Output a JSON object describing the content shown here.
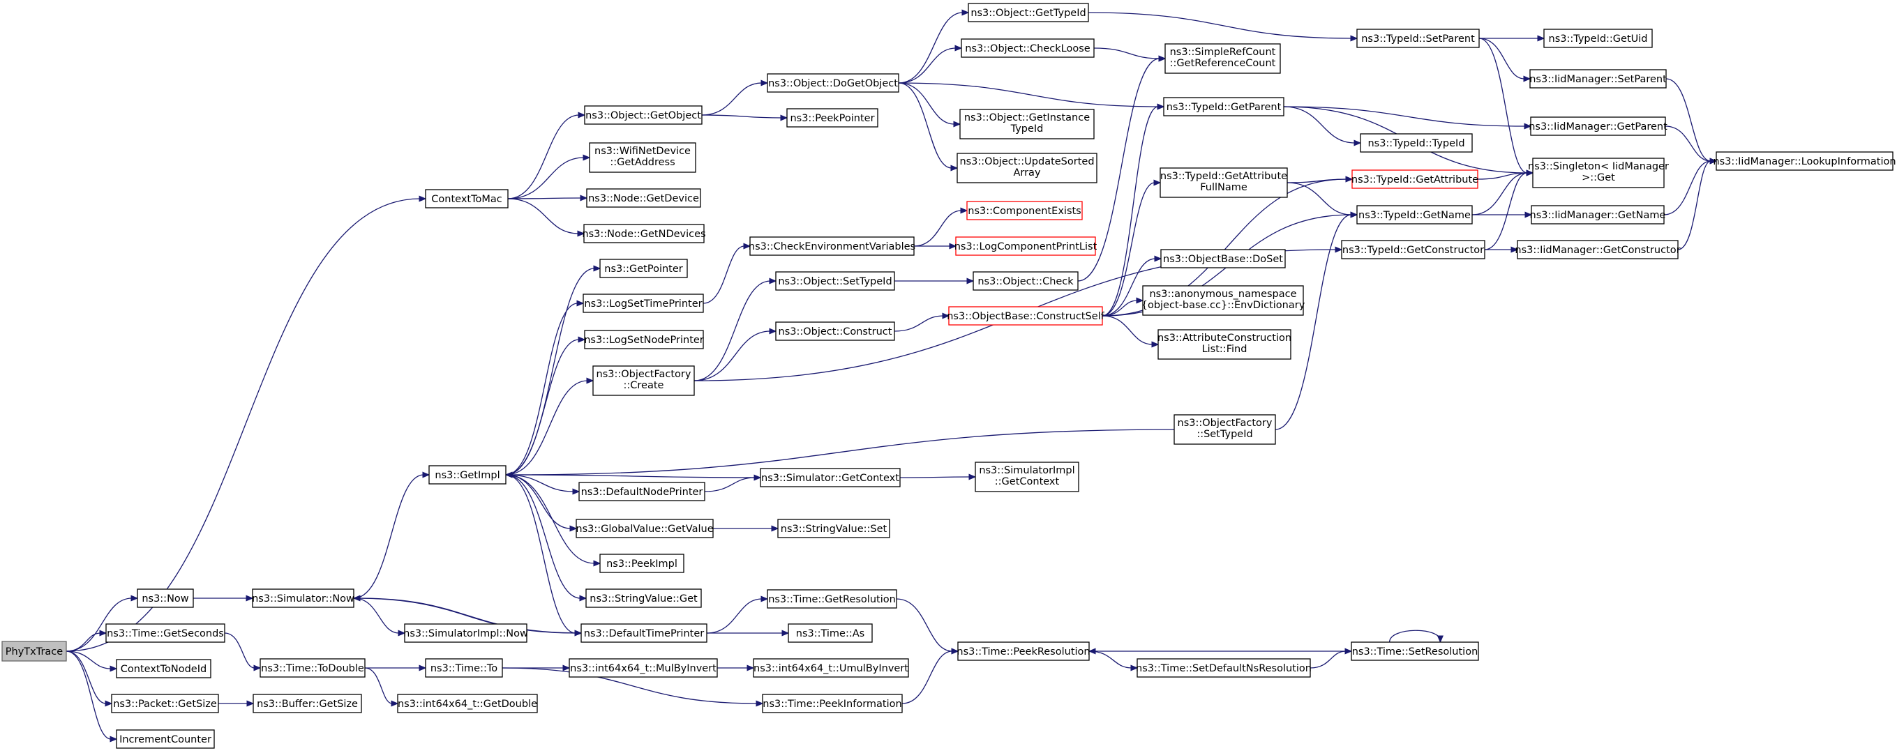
{
  "nodes": [
    {
      "id": "phytxtrace",
      "label": [
        "PhyTxTrace"
      ],
      "root": true
    },
    {
      "id": "contexttomac",
      "label": [
        "ContextToMac"
      ]
    },
    {
      "id": "now",
      "label": [
        "ns3::Now"
      ]
    },
    {
      "id": "gettimeseconds",
      "label": [
        "ns3::Time::GetSeconds"
      ]
    },
    {
      "id": "contexttonodeid",
      "label": [
        "ContextToNodeId"
      ]
    },
    {
      "id": "packetgetsize",
      "label": [
        "ns3::Packet::GetSize"
      ]
    },
    {
      "id": "incrementcounter",
      "label": [
        "IncrementCounter"
      ]
    },
    {
      "id": "objectgetobject",
      "label": [
        "ns3::Object::GetObject"
      ]
    },
    {
      "id": "wifinetdevicegetaddress",
      "label": [
        "ns3::WifiNetDevice",
        "::GetAddress"
      ]
    },
    {
      "id": "nodegetdevice",
      "label": [
        "ns3::Node::GetDevice"
      ]
    },
    {
      "id": "nodegetndevices",
      "label": [
        "ns3::Node::GetNDevices"
      ]
    },
    {
      "id": "objectdogetobject",
      "label": [
        "ns3::Object::DoGetObject"
      ]
    },
    {
      "id": "peekpointer",
      "label": [
        "ns3::PeekPointer"
      ]
    },
    {
      "id": "objectgettypeid",
      "label": [
        "ns3::Object::GetTypeId"
      ]
    },
    {
      "id": "objectcheckloose",
      "label": [
        "ns3::Object::CheckLoose"
      ]
    },
    {
      "id": "objectgetinstancetypeid",
      "label": [
        "ns3::Object::GetInstance",
        "TypeId"
      ]
    },
    {
      "id": "objectupdatesortedarray",
      "label": [
        "ns3::Object::UpdateSorted",
        "Array"
      ]
    },
    {
      "id": "typeidsetparent",
      "label": [
        "ns3::TypeId::SetParent"
      ]
    },
    {
      "id": "typeidgetuid",
      "label": [
        "ns3::TypeId::GetUid"
      ]
    },
    {
      "id": "iidmanagersetparent",
      "label": [
        "ns3::IidManager::SetParent"
      ]
    },
    {
      "id": "simplerefcount",
      "label": [
        "ns3::SimpleRefCount",
        "::GetReferenceCount"
      ]
    },
    {
      "id": "typeidgetparent",
      "label": [
        "ns3::TypeId::GetParent"
      ]
    },
    {
      "id": "iidmanagergetparent",
      "label": [
        "ns3::IidManager::GetParent"
      ]
    },
    {
      "id": "typeidtypeid",
      "label": [
        "ns3::TypeId::TypeId"
      ]
    },
    {
      "id": "singletonget",
      "label": [
        "ns3::Singleton< IidManager",
        " >::Get"
      ]
    },
    {
      "id": "iidmanagerlookup",
      "label": [
        "ns3::IidManager::LookupInformation"
      ]
    },
    {
      "id": "typeidgetattributefullname",
      "label": [
        "ns3::TypeId::GetAttribute",
        "FullName"
      ]
    },
    {
      "id": "typeidgetattribute",
      "label": [
        "ns3::TypeId::GetAttribute"
      ],
      "red": true
    },
    {
      "id": "typeidgetname",
      "label": [
        "ns3::TypeId::GetName"
      ]
    },
    {
      "id": "iidmanagergetname",
      "label": [
        "ns3::IidManager::GetName"
      ]
    },
    {
      "id": "typeidgetconstructor",
      "label": [
        "ns3::TypeId::GetConstructor"
      ]
    },
    {
      "id": "iidmanagergetconstructor",
      "label": [
        "ns3::IidManager::GetConstructor"
      ]
    },
    {
      "id": "componentexists",
      "label": [
        "ns3::ComponentExists"
      ],
      "red": true
    },
    {
      "id": "checkenvvars",
      "label": [
        "ns3::CheckEnvironmentVariables"
      ]
    },
    {
      "id": "logcomponentprintlist",
      "label": [
        "ns3::LogComponentPrintList"
      ],
      "red": true
    },
    {
      "id": "getpointer",
      "label": [
        "ns3::GetPointer"
      ]
    },
    {
      "id": "logsettimeprinter",
      "label": [
        "ns3::LogSetTimePrinter"
      ]
    },
    {
      "id": "logsetnodeprinter",
      "label": [
        "ns3::LogSetNodePrinter"
      ]
    },
    {
      "id": "objectsettypeid",
      "label": [
        "ns3::Object::SetTypeId"
      ]
    },
    {
      "id": "objectcheck",
      "label": [
        "ns3::Object::Check"
      ]
    },
    {
      "id": "objectbasedoset",
      "label": [
        "ns3::ObjectBase::DoSet"
      ]
    },
    {
      "id": "objectbaseconstructself",
      "label": [
        "ns3::ObjectBase::ConstructSelf"
      ],
      "red": true
    },
    {
      "id": "envdictionary",
      "label": [
        "ns3::anonymous_namespace",
        "{object-base.cc}::EnvDictionary"
      ]
    },
    {
      "id": "objectconstruct",
      "label": [
        "ns3::Object::Construct"
      ]
    },
    {
      "id": "attributeconstructionlistfind",
      "label": [
        "ns3::AttributeConstruction",
        "List::Find"
      ]
    },
    {
      "id": "objectfactorycreate",
      "label": [
        "ns3::ObjectFactory",
        "::Create"
      ]
    },
    {
      "id": "objectfactorysettypeid",
      "label": [
        "ns3::ObjectFactory",
        "::SetTypeId"
      ]
    },
    {
      "id": "getimpl",
      "label": [
        "ns3::GetImpl"
      ]
    },
    {
      "id": "defaultnodeprinter",
      "label": [
        "ns3::DefaultNodePrinter"
      ]
    },
    {
      "id": "simulatorgetcontext",
      "label": [
        "ns3::Simulator::GetContext"
      ]
    },
    {
      "id": "simulatorimplgetcontext",
      "label": [
        "ns3::SimulatorImpl",
        "::GetContext"
      ]
    },
    {
      "id": "globalvaluegetvalue",
      "label": [
        "ns3::GlobalValue::GetValue"
      ]
    },
    {
      "id": "stringvalueset",
      "label": [
        "ns3::StringValue::Set"
      ]
    },
    {
      "id": "peekimpl",
      "label": [
        "ns3::PeekImpl"
      ]
    },
    {
      "id": "stringvalueget",
      "label": [
        "ns3::StringValue::Get"
      ]
    },
    {
      "id": "simulatornow",
      "label": [
        "ns3::Simulator::Now"
      ]
    },
    {
      "id": "simulatorimplnow",
      "label": [
        "ns3::SimulatorImpl::Now"
      ]
    },
    {
      "id": "defaulttimeprinter",
      "label": [
        "ns3::DefaultTimePrinter"
      ]
    },
    {
      "id": "timegetresolution",
      "label": [
        "ns3::Time::GetResolution"
      ]
    },
    {
      "id": "timeas",
      "label": [
        "ns3::Time::As"
      ]
    },
    {
      "id": "timepeekresolution",
      "label": [
        "ns3::Time::PeekResolution"
      ]
    },
    {
      "id": "timesetdefaultnsresolution",
      "label": [
        "ns3::Time::SetDefaultNsResolution"
      ]
    },
    {
      "id": "timesetresolution",
      "label": [
        "ns3::Time::SetResolution"
      ]
    },
    {
      "id": "timetodouble",
      "label": [
        "ns3::Time::ToDouble"
      ]
    },
    {
      "id": "timeto",
      "label": [
        "ns3::Time::To"
      ]
    },
    {
      "id": "int64mulbyinvert",
      "label": [
        "ns3::int64x64_t::MulByInvert"
      ]
    },
    {
      "id": "int64umulbyinvert",
      "label": [
        "ns3::int64x64_t::UmulByInvert"
      ]
    },
    {
      "id": "int64getdouble",
      "label": [
        "ns3::int64x64_t::GetDouble"
      ]
    },
    {
      "id": "timepeekinformation",
      "label": [
        "ns3::Time::PeekInformation"
      ]
    },
    {
      "id": "buffergetsize",
      "label": [
        "ns3::Buffer::GetSize"
      ]
    }
  ]
}
